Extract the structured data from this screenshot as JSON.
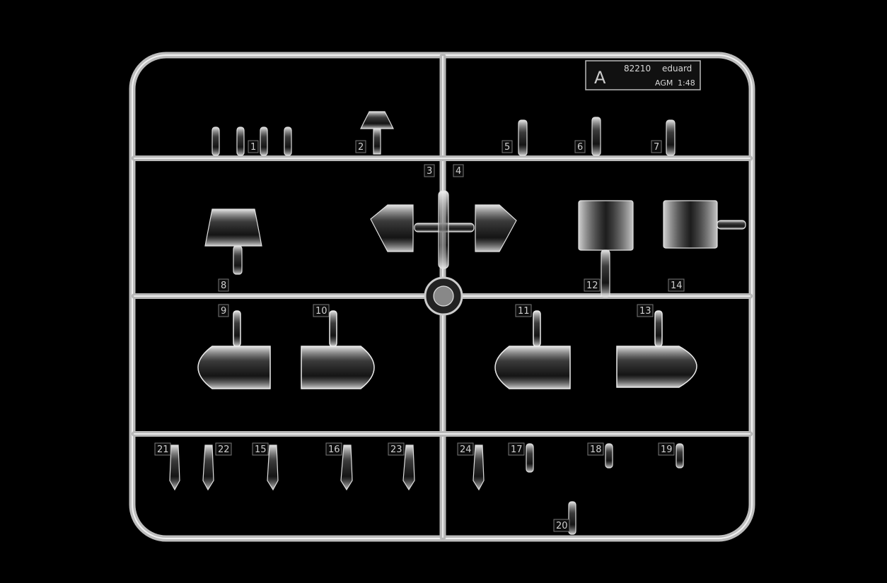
{
  "sprue": {
    "letter": "A",
    "code": "82210",
    "brand": "eduard",
    "model": "AGM",
    "scale": "1:48"
  },
  "part_numbers": [
    "1",
    "2",
    "3",
    "4",
    "5",
    "6",
    "7",
    "8",
    "9",
    "10",
    "11",
    "12",
    "13",
    "14",
    "15",
    "16",
    "17",
    "18",
    "19",
    "20",
    "21",
    "22",
    "23",
    "24"
  ]
}
